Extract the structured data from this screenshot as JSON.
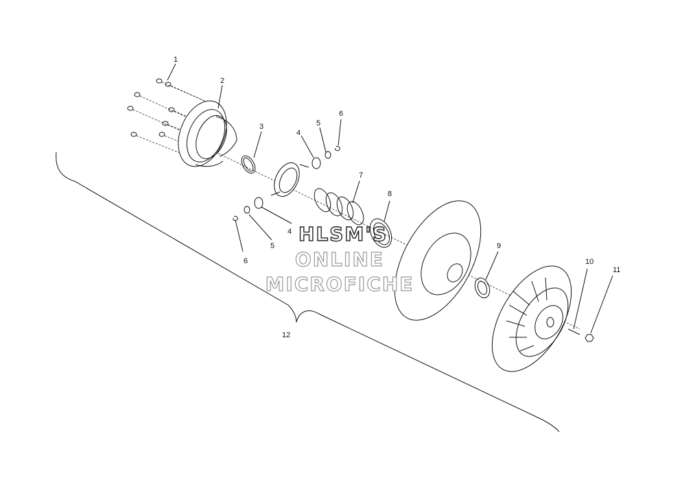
{
  "watermark": {
    "line1": "HLSM'S",
    "line2": "ONLINE",
    "line3": "MICROFICHE"
  },
  "callouts": [
    {
      "id": "c1",
      "text": "1"
    },
    {
      "id": "c2",
      "text": "2"
    },
    {
      "id": "c3",
      "text": "3"
    },
    {
      "id": "c4a",
      "text": "4"
    },
    {
      "id": "c5a",
      "text": "5"
    },
    {
      "id": "c6a",
      "text": "6"
    },
    {
      "id": "c7",
      "text": "7"
    },
    {
      "id": "c8",
      "text": "8"
    },
    {
      "id": "c4b",
      "text": "4"
    },
    {
      "id": "c5b",
      "text": "5"
    },
    {
      "id": "c6b",
      "text": "6"
    },
    {
      "id": "c9",
      "text": "9"
    },
    {
      "id": "c10",
      "text": "10"
    },
    {
      "id": "c11",
      "text": "11"
    },
    {
      "id": "c12",
      "text": "12"
    }
  ]
}
